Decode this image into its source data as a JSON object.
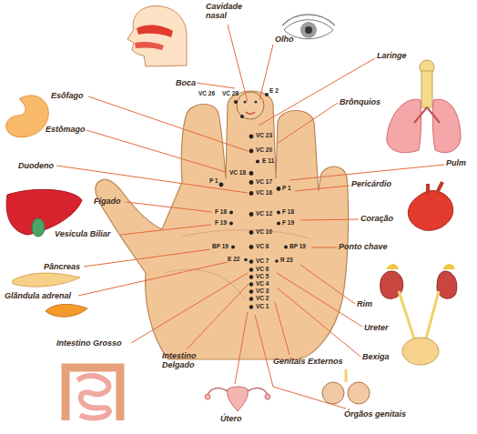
{
  "diagram": {
    "labels": [
      "Cavidade nasal",
      "Olho",
      "Laringe",
      "Boca",
      "VC 26",
      "E 2",
      "VC 28",
      "Esôfago",
      "Brônquios",
      "Estômago",
      "VC 23",
      "VC 20",
      "E 11",
      "Pulm",
      "Duodeno",
      "VC 18",
      "P 1",
      "VC 17",
      "Pericárdio",
      "P 1",
      "VC 16",
      "Fígado",
      "F 18",
      "VC 12",
      "F 18",
      "Coração",
      "F 19",
      "F 19",
      "Vesícula Biliar",
      "VC 10",
      "Ponto chave",
      "BP 19",
      "VC 8",
      "BP 19",
      "E 22",
      "R 23",
      "VC 7",
      "Pâncreas",
      "VC 6",
      "VC 5",
      "VC 4",
      "VC 3",
      "Glândula adrenal",
      "VC 2",
      "Rim",
      "VC 1",
      "Ureter",
      "Intestino Grosso",
      "Bexiga",
      "Intestino Delgado",
      "Genitais Externos",
      "Útero",
      "Órgãos genitais"
    ]
  }
}
